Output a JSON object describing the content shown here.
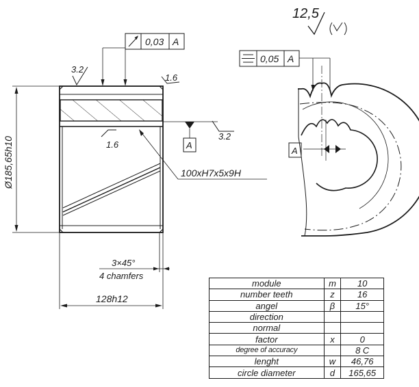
{
  "roughness": {
    "overall": "12,5",
    "top_left": "3.2",
    "top_right": "1.6",
    "bore": "1.6",
    "datum_side": "3.2"
  },
  "tolerance_frames": {
    "runout": {
      "symbol": "runout-symbol",
      "value": "0,03",
      "datum": "A"
    },
    "symmetry": {
      "symbol": "symmetry-symbol",
      "value": "0,05",
      "datum": "A"
    }
  },
  "datums": {
    "front_view": "A",
    "side_view": "A"
  },
  "dimensions": {
    "diameter": "Ø185,65h10",
    "spline": "100xH7x5x9H",
    "chamfer_line1": "3×45°",
    "chamfer_line2": "4 chamfers",
    "length": "128h12"
  },
  "spec_table": {
    "rows": [
      {
        "name": "module",
        "symbol": "m",
        "value": "10"
      },
      {
        "name": "number teeth",
        "symbol": "z",
        "value": "16"
      },
      {
        "name": "angel",
        "symbol": "β",
        "value": "15°"
      },
      {
        "name": "direction",
        "symbol": "",
        "value": ""
      },
      {
        "name": "normal",
        "symbol": "",
        "value": ""
      },
      {
        "name": "factor",
        "symbol": "x",
        "value": "0"
      },
      {
        "name": "degree of accuracy",
        "symbol": "",
        "value": "8 C"
      },
      {
        "name": "lenght",
        "symbol": "w",
        "value": "46,76"
      },
      {
        "name": "circle diameter",
        "symbol": "d",
        "value": "165,65"
      }
    ]
  }
}
